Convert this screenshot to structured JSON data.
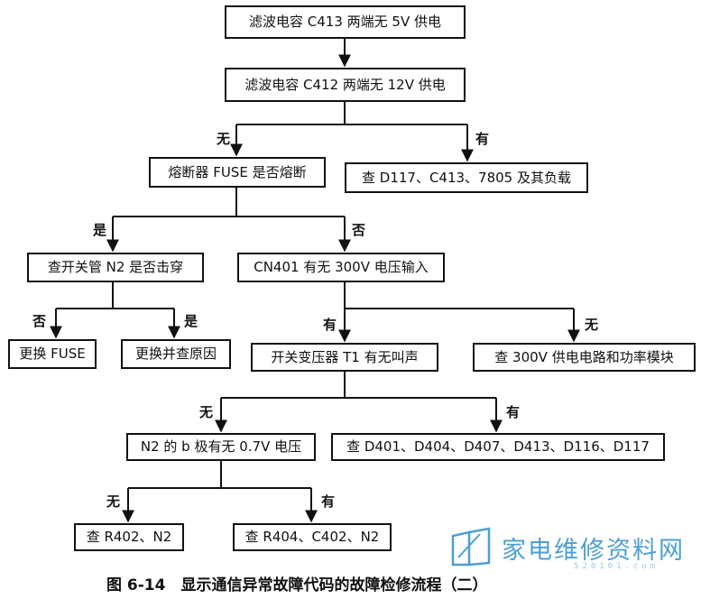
{
  "nodes": {
    "n1": "滤波电容 C413 两端无 5V 供电",
    "n2": "滤波电容 C412 两端无 12V 供电",
    "n3": "熔断器 FUSE 是否熔断",
    "n4": "查 D117、C413、7805 及其负载",
    "n5": "查开关管 N2 是否击穿",
    "n6": "CN401 有无 300V 电压输入",
    "n7": "更换 FUSE",
    "n8": "更换并查原因",
    "n9": "开关变压器 T1 有无叫声",
    "n10": "查 300V 供电电路和功率模块",
    "n11": "N2 的 b 极有无 0.7V 电压",
    "n12": "查 D401、D404、D407、D413、D116、D117",
    "n13": "查 R402、N2",
    "n14": "查 R404、C402、N2"
  },
  "edge_labels": {
    "n2_n3": "无",
    "n2_n4": "有",
    "n3_n5": "是",
    "n3_n6": "否",
    "n5_n7": "否",
    "n5_n8": "是",
    "n6_n9": "有",
    "n6_n10": "无",
    "n9_n11": "无",
    "n9_n12": "有",
    "n11_n13": "无",
    "n11_n14": "有"
  },
  "caption": "图 6-14　显示通信异常故障代码的故障检修流程（二）",
  "watermark": {
    "text": "家电维修资料网",
    "url": "520101.com"
  }
}
